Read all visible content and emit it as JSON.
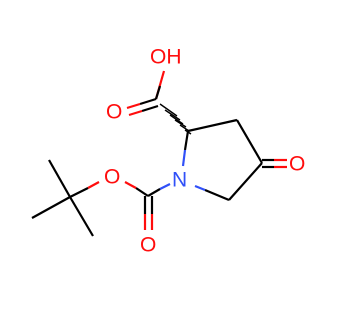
{
  "molecule": {
    "atoms": {
      "hydroxyl": {
        "label": "OH",
        "color": "#ff0d0d"
      },
      "acid_carbonyl_oxygen": {
        "label": "O",
        "color": "#ff0d0d"
      },
      "ketone_oxygen": {
        "label": "O",
        "color": "#ff0d0d"
      },
      "ring_nitrogen": {
        "label": "N",
        "color": "#3050f8"
      },
      "ester_oxygen": {
        "label": "O",
        "color": "#ff0d0d"
      },
      "boc_carbonyl_oxygen": {
        "label": "O",
        "color": "#ff0d0d"
      }
    },
    "bond_color": "#000000"
  }
}
